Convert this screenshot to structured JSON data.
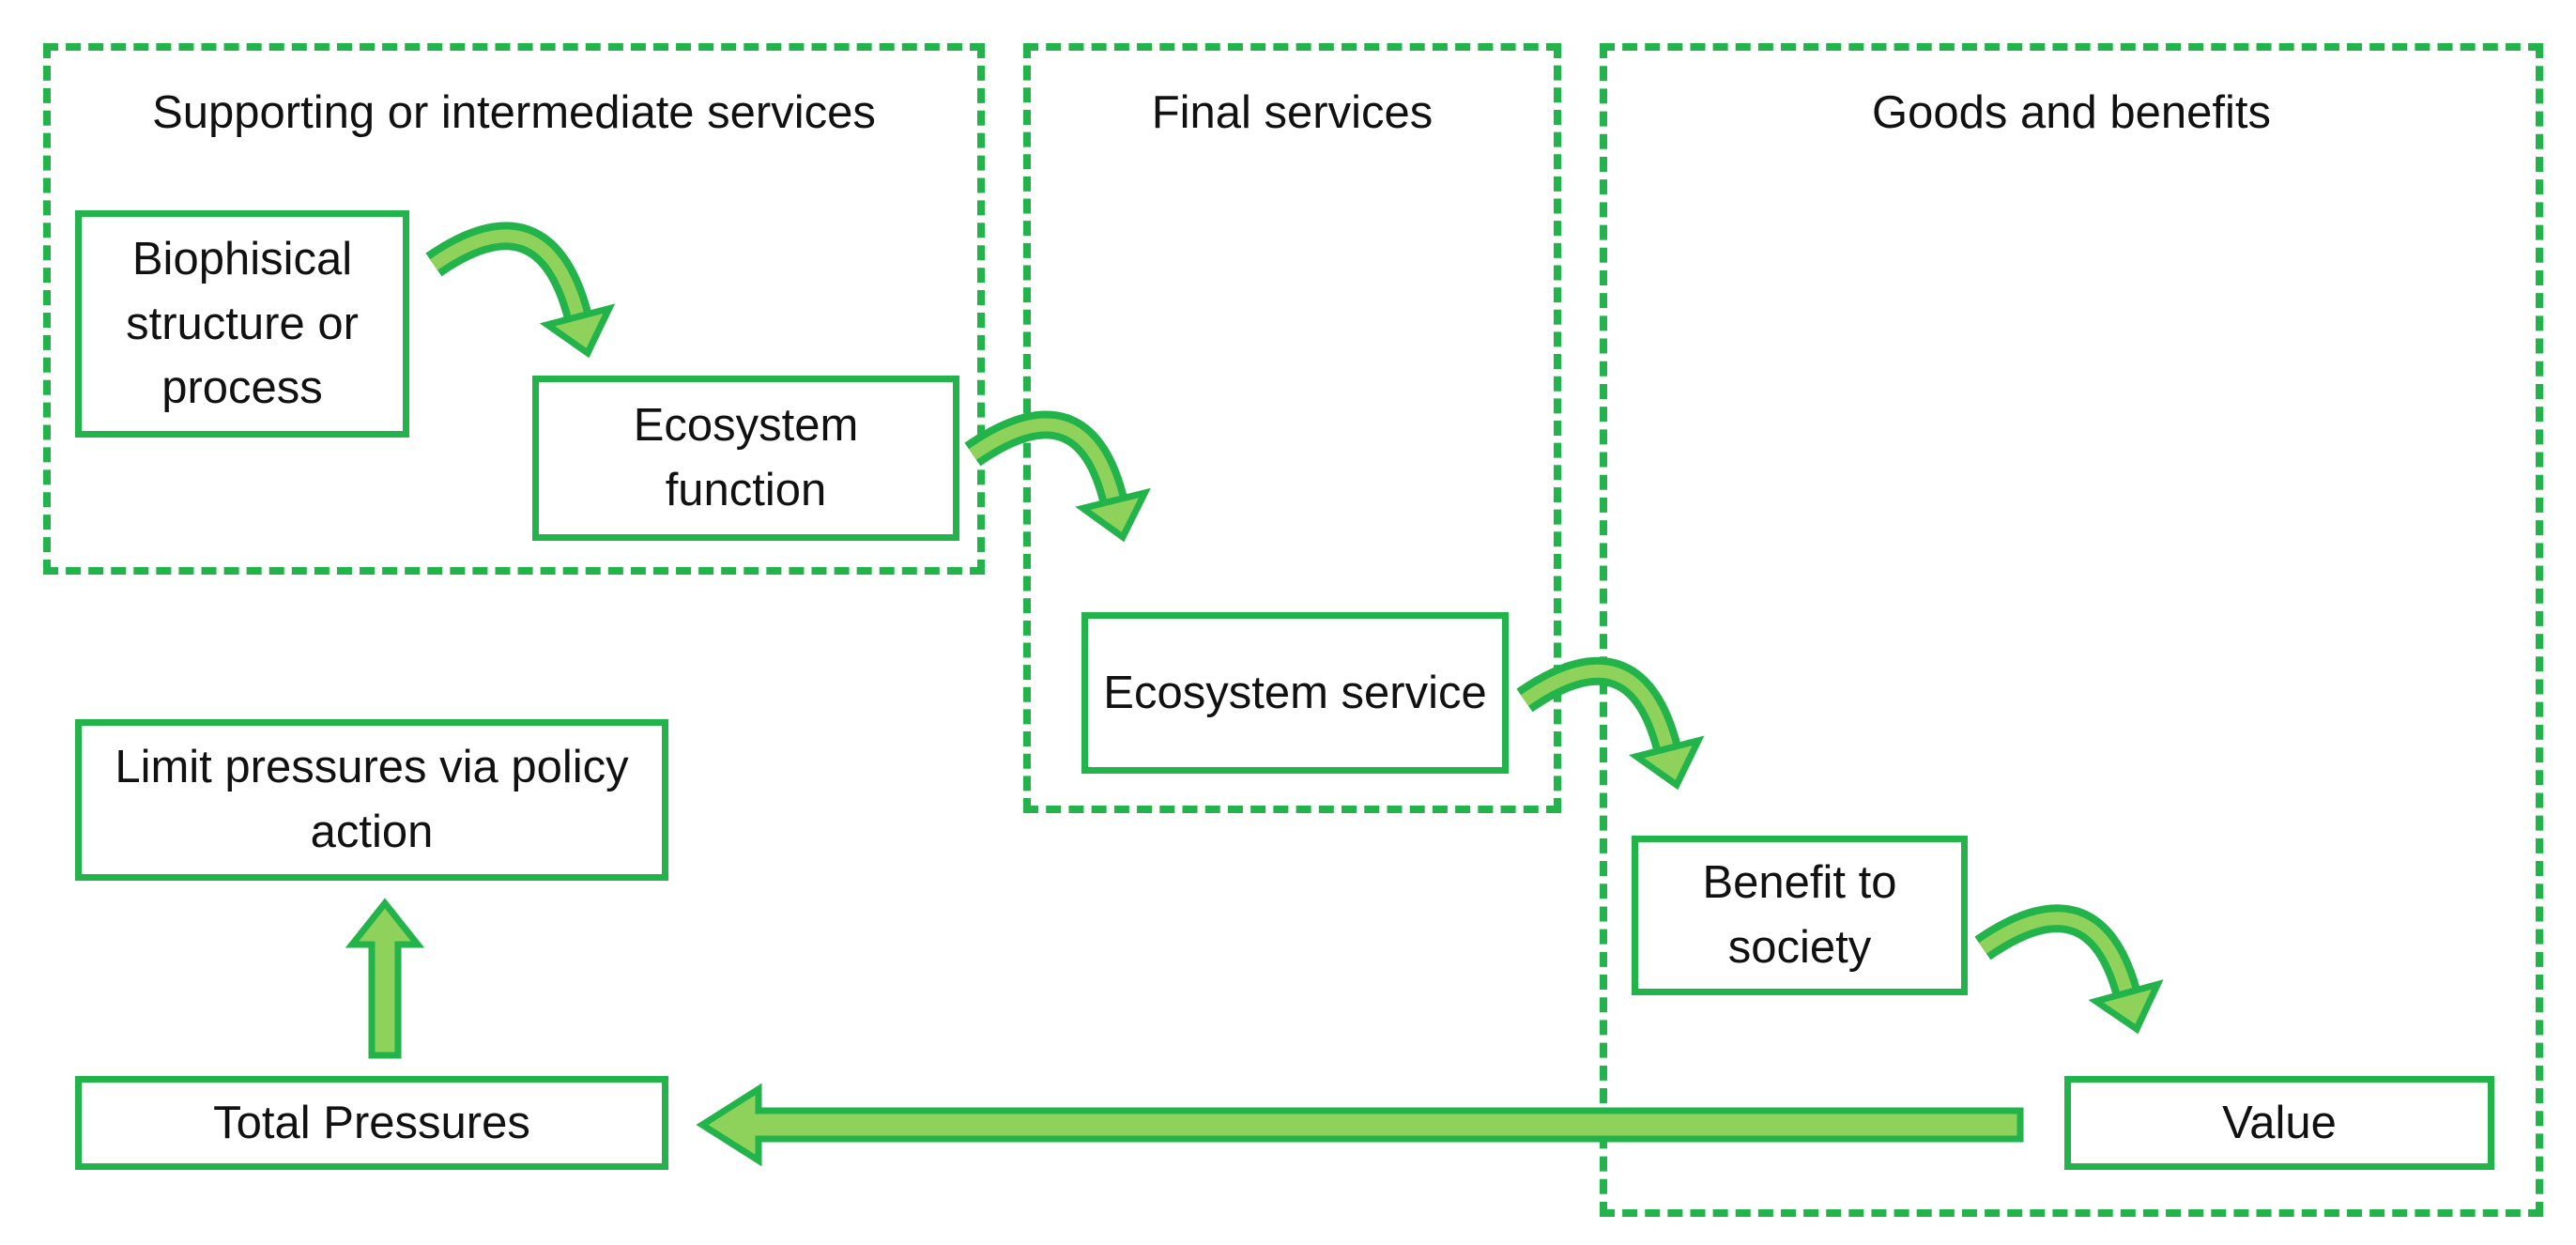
{
  "colors": {
    "border": "#22b34b",
    "arrow_outline": "#22b34b",
    "arrow_fill": "#8ed15b"
  },
  "groups": {
    "supporting": "Supporting or intermediate services",
    "final": "Final services",
    "goods": "Goods and benefits"
  },
  "nodes": {
    "biophysical": "Biophisical structure or process",
    "function": "Ecosystem function",
    "service": "Ecosystem service",
    "benefit": "Benefit to society",
    "value": "Value",
    "pressures": "Total Pressures",
    "policy": "Limit pressures via policy action"
  },
  "connections": [
    {
      "from": "biophysical",
      "to": "function",
      "shape": "curved-arrow"
    },
    {
      "from": "function",
      "to": "service",
      "shape": "curved-arrow"
    },
    {
      "from": "service",
      "to": "benefit",
      "shape": "curved-arrow"
    },
    {
      "from": "benefit",
      "to": "value",
      "shape": "curved-arrow"
    },
    {
      "from": "value",
      "to": "pressures",
      "shape": "straight-arrow"
    },
    {
      "from": "pressures",
      "to": "policy",
      "shape": "straight-arrow"
    }
  ]
}
